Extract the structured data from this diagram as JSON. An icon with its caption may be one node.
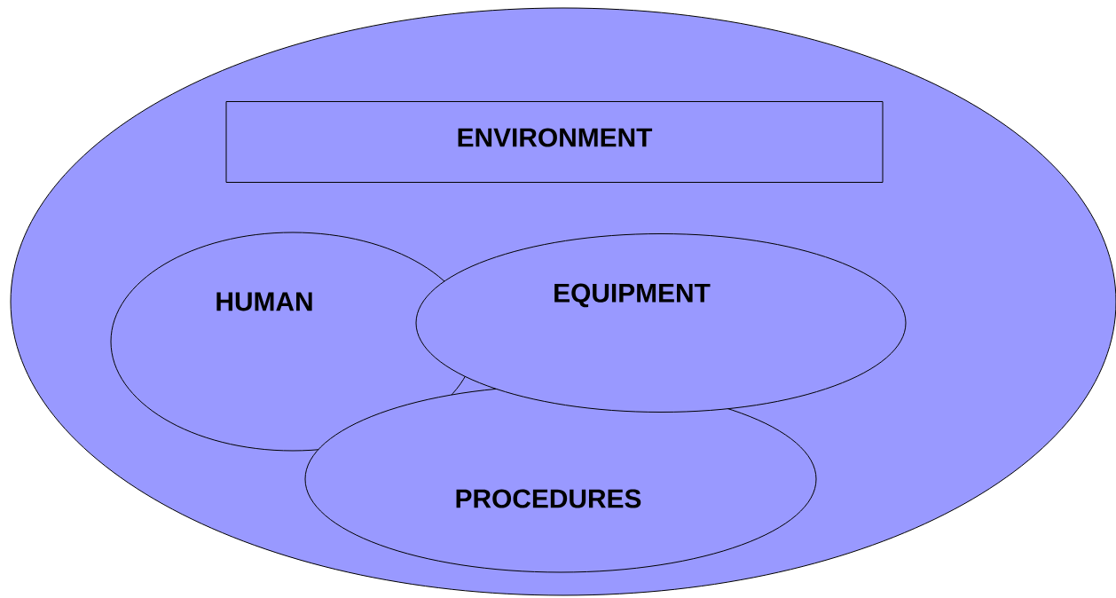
{
  "diagram": {
    "nodes": [
      {
        "text": [],
        "shape": "ellipse"
      },
      {
        "text": [
          "ENVIRONMENT"
        ],
        "in": 0
      },
      {
        "text": [
          "HUMAN"
        ],
        "in": 0
      },
      {
        "text": [
          "EQUIPMENT"
        ],
        "in": 0
      },
      {
        "text": [
          "PROCEDURES"
        ],
        "in": 0
      }
    ]
  }
}
